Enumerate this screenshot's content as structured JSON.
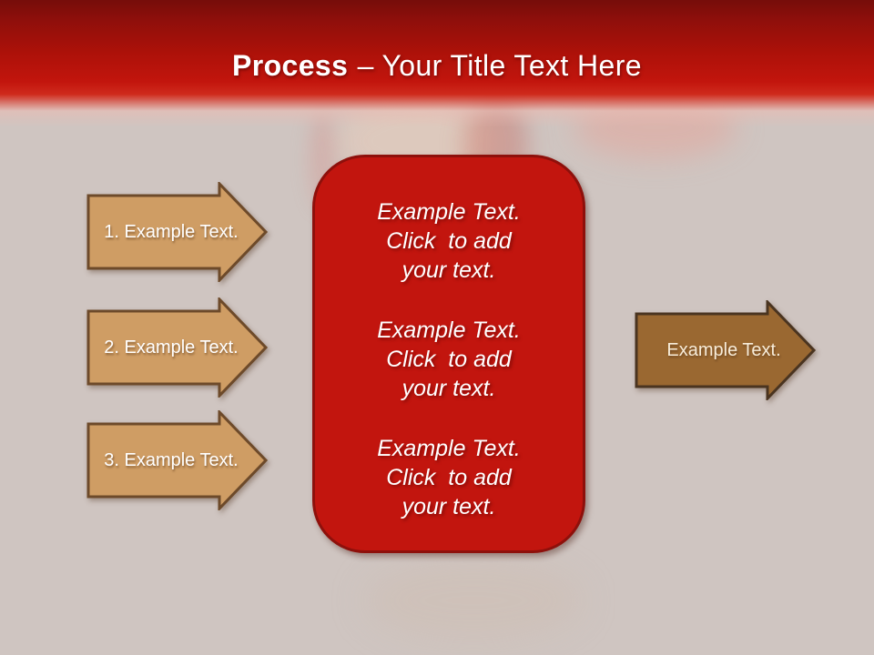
{
  "slide": {
    "title": {
      "emphasis": "Process",
      "rest": "– Your Title Text Here"
    },
    "background_color": "#cfc5c1",
    "header_gradient": {
      "top": "#760d0a",
      "middle": "#ad1109",
      "bottom": "#cf2a1c"
    }
  },
  "left_arrow_style": {
    "fill": "#cf9d64",
    "border": "#6d4a2a"
  },
  "left_arrows": [
    {
      "label": "1. Example Text."
    },
    {
      "label": "2. Example Text."
    },
    {
      "label": "3. Example Text."
    }
  ],
  "center_box": {
    "fill": "#c2150e",
    "border": "#8e100b",
    "paragraphs": [
      {
        "lines": [
          "Example Text.",
          "Click  to add",
          "your text."
        ]
      },
      {
        "lines": [
          "Example Text.",
          "Click  to add",
          "your text."
        ]
      },
      {
        "lines": [
          "Example Text.",
          "Click  to add",
          "your text."
        ]
      }
    ]
  },
  "right_arrow": {
    "label": "Example Text.",
    "fill": "#9a6831",
    "border": "#4a3420"
  }
}
